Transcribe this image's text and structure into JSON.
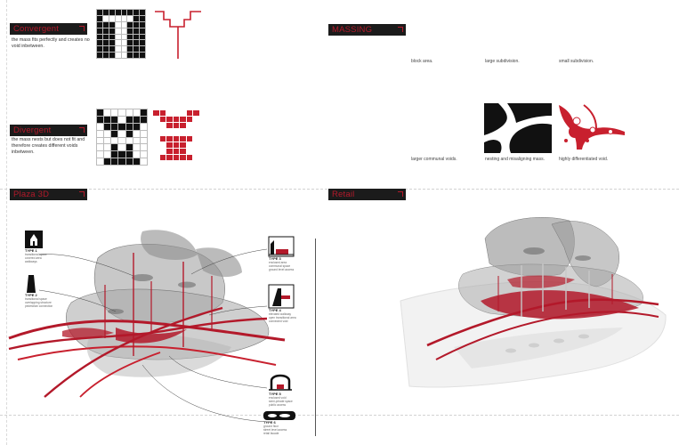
{
  "sections": {
    "convergent": {
      "title": "Convergent",
      "description": "the mass fits perfectly and creates no void inbetween."
    },
    "divergent": {
      "title": "Divergent",
      "description": "the mass nests but does not fit and therefore creates different voids inbetween."
    },
    "massing": {
      "title": "MASSING",
      "captions_top": [
        "block area.",
        "large subdivision.",
        "small subdivision."
      ],
      "captions_bottom": [
        "larger communal voids.",
        "nesting and misaligning mass.",
        "highly differentiated void."
      ]
    },
    "plaza": {
      "title": "Plaza 3D"
    },
    "retail": {
      "title": "Retail"
    }
  },
  "callouts": [
    {
      "type": "TYPE 1",
      "text": "transitional space\ncovered area\nwalkways"
    },
    {
      "type": "TYPE 2",
      "text": "transitional space\noverlapping structure\npedestrian connection"
    },
    {
      "type": "TYPE 3",
      "text": "enclosed area\ncommunal space\nground level access"
    },
    {
      "type": "TYPE 4",
      "text": "elevated walkway\nopen transitional area\nconnected void"
    },
    {
      "type": "TYPE 5",
      "text": "enclosed void\nsemi-private space\npublic access"
    },
    {
      "type": "TYPE 6",
      "text": "ground floor\nstreet level access\nretail facade"
    }
  ],
  "colors": {
    "accent": "#b3192a",
    "bar": "#1b1b1b",
    "ink": "#111111"
  },
  "grids": {
    "convergent": [
      "11111111",
      "10000011",
      "11100111",
      "11100111",
      "11100111",
      "11100111",
      "11100111",
      "11100111"
    ],
    "divergent_bw": [
      "1000001",
      "1110111",
      "0111110",
      "0010100",
      "0000000",
      "0010100",
      "0011100",
      "0111110"
    ],
    "divergent_red": [
      "1100011",
      "0111110",
      "0011100",
      "0000000",
      "0111110",
      "0011100",
      "0011100",
      "0111110"
    ]
  },
  "icons": [
    "section-corner-icon",
    "type-1-icon",
    "type-2-icon",
    "type-3-icon",
    "type-4-icon",
    "type-5-icon",
    "type-6-icon"
  ]
}
